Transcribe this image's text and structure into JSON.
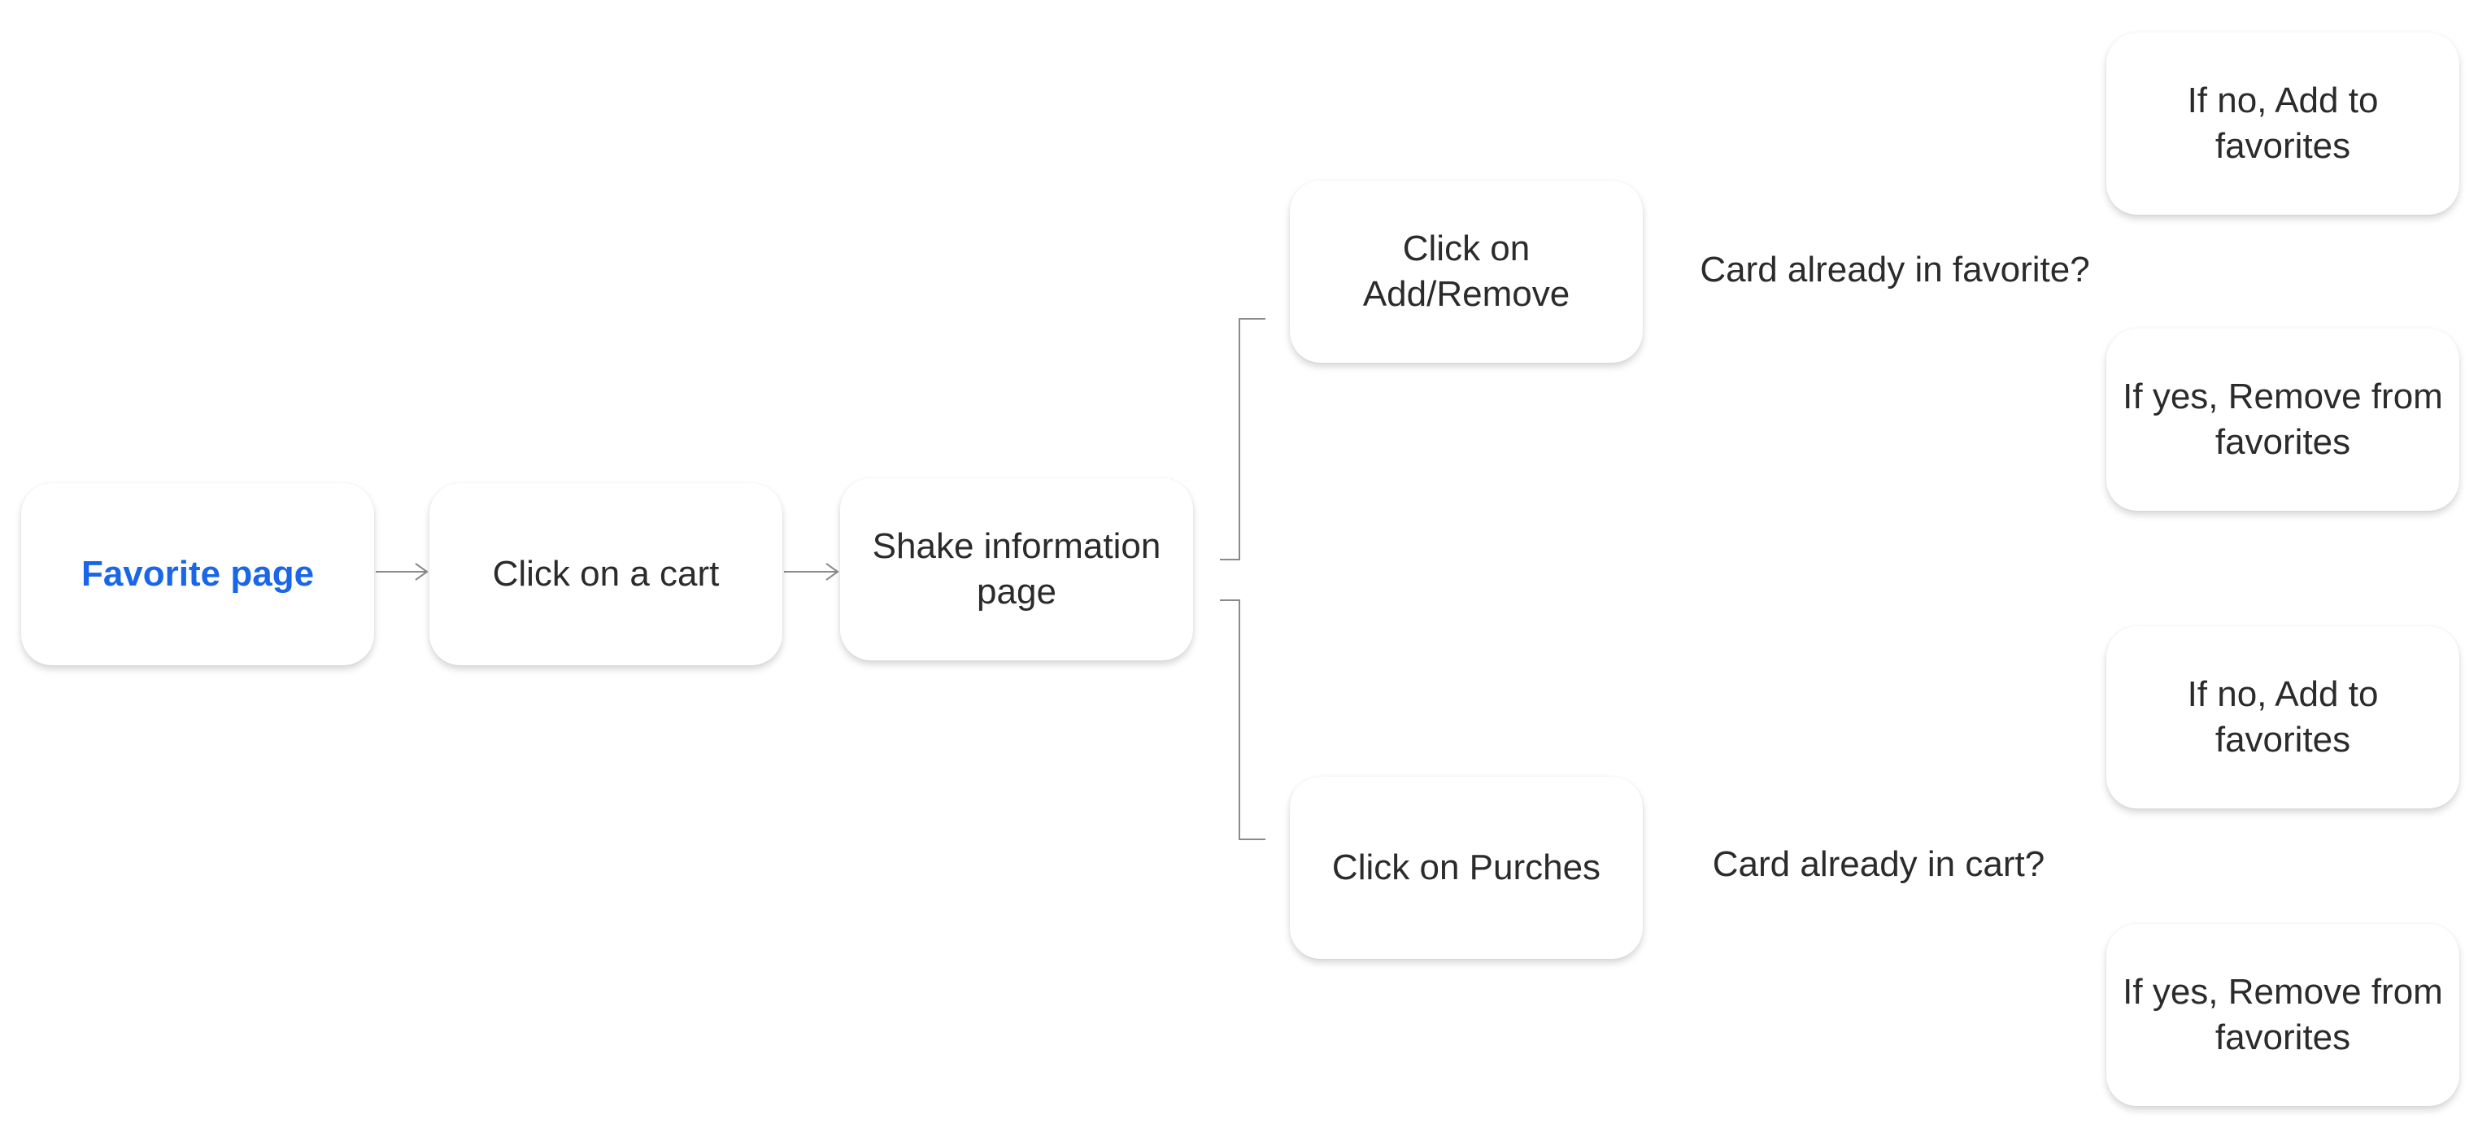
{
  "nodes": {
    "favorite_page": "Favorite page",
    "click_on_cart": "Click on a cart",
    "shake_info_page": "Shake information page",
    "click_add_remove": "Click on Add/Remove",
    "click_purches": "Click on Purches",
    "fav_if_no": "If no, Add to favorites",
    "fav_if_yes": "If yes, Remove from favorites",
    "cart_if_no": "If no, Add to favorites",
    "cart_if_yes": "If yes, Remove from favorites"
  },
  "questions": {
    "in_favorite": "Card already in favorite?",
    "in_cart": "Card already in cart?"
  },
  "colors": {
    "primary_text": "#1a66e8",
    "text": "#2b2b2b",
    "connector": "#8a8a8a"
  }
}
